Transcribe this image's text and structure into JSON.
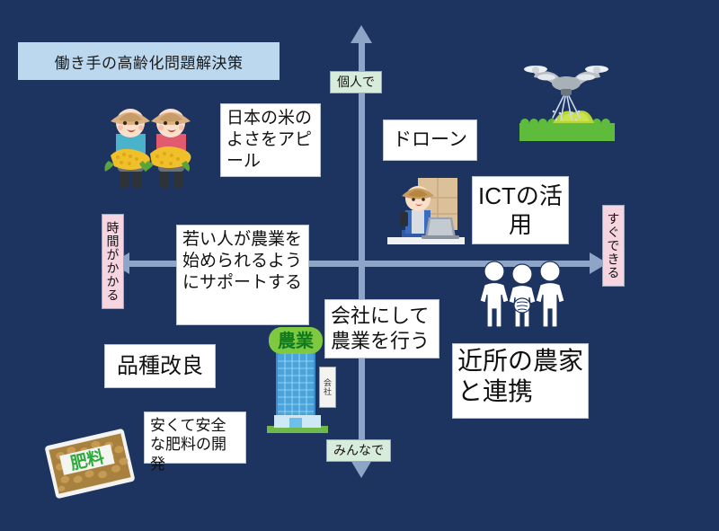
{
  "slide": {
    "title": "働き手の高齢化問題解決策",
    "background_color": "#1d3461",
    "title_banner_color": "#bcd8ef",
    "axis_color": "#8fa5c8"
  },
  "axes": {
    "vertical": {
      "top_label": "個人で",
      "bottom_label": "みんなで",
      "label_color": "#d7ecda"
    },
    "horizontal": {
      "left_label": "時間がかかる",
      "right_label": "すぐできる",
      "label_color": "#f6d4e0"
    }
  },
  "items": [
    {
      "id": "rice-appeal",
      "text": "日本の米のよさをアピール"
    },
    {
      "id": "drone",
      "text": "ドローン"
    },
    {
      "id": "ict",
      "text": "ICTの活用"
    },
    {
      "id": "support-young",
      "text": "若い人が農業を始められるようにサポートする"
    },
    {
      "id": "company-farming",
      "text": "会社にして農業を行う"
    },
    {
      "id": "breed-improvement",
      "text": "品種改良"
    },
    {
      "id": "fertilizer-dev",
      "text": "安くて安全な肥料の開発"
    },
    {
      "id": "neighbor-coop",
      "text": "近所の農家と連携"
    }
  ],
  "illustrations": {
    "farmers": "two-farmers-with-rice-illustration",
    "drone": "spraying-drone-over-field-illustration",
    "worker": "farmer-with-laptop-illustration",
    "people": "three-people-joining-hands-icon",
    "building": "agriculture-company-building-illustration",
    "fertilizer": "fertilizer-bag-illustration",
    "building_sign_top": "農業",
    "building_sign_side": "会社",
    "fertilizer_bag_label": "肥料"
  }
}
